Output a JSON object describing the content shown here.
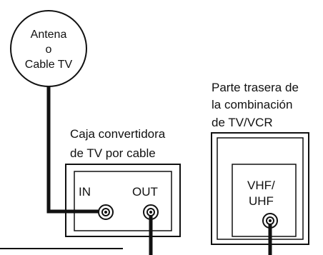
{
  "antenna": {
    "line1": "Antena",
    "line2": "o",
    "line3": "Cable TV"
  },
  "converter_box": {
    "caption_line1": "Caja convertidora",
    "caption_line2": "de TV por cable",
    "in_label": "IN",
    "out_label": "OUT"
  },
  "tv_vcr": {
    "caption_line1": "Parte trasera de",
    "caption_line2": "la combinación",
    "caption_line3": "de TV/VCR",
    "port_line1": "VHF/",
    "port_line2": "UHF"
  },
  "colors": {
    "ink": "#111111",
    "background": "#ffffff"
  }
}
